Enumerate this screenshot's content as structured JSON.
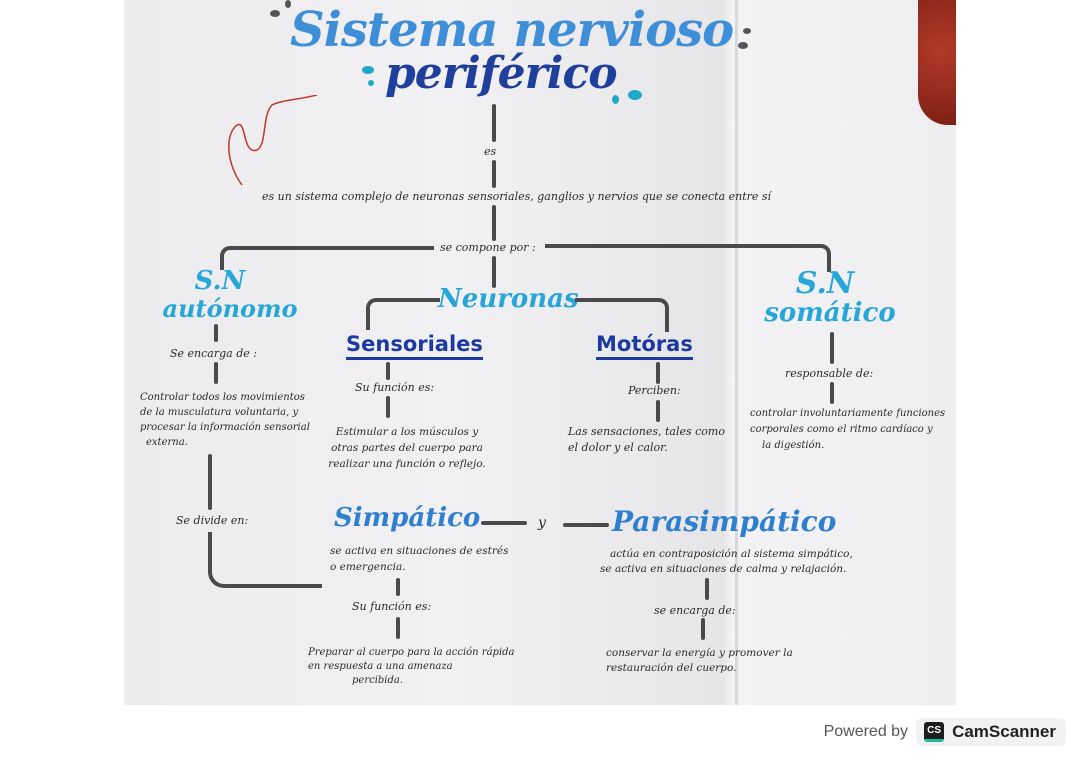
{
  "diagram": {
    "title_line1": "Sistema nervioso",
    "title_line2": "periférico",
    "connector_es": "es",
    "definition": "es un sistema complejo de neuronas sensoriales, ganglios y nervios que se conecta entre sí",
    "connector_compone": "se compone por :",
    "autonomo": {
      "title_line1": "S.N",
      "title_line2": "autónomo",
      "connector": "Se encarga de :",
      "description_lines": [
        "Controlar todos los movimientos",
        "de la musculatura voluntaria, y",
        "procesar la información sensorial",
        "externa."
      ],
      "divide_label": "Se divide en:"
    },
    "neuronas": {
      "title": "Neuronas",
      "sensoriales": {
        "title": "Sensoriales",
        "connector": "Su función es:",
        "description_lines": [
          "Estimular a los músculos y",
          "otras partes del cuerpo para",
          "realizar una función o reflejo."
        ]
      },
      "motoras": {
        "title": "Motóras",
        "connector": "Perciben:",
        "description_lines": [
          "Las sensaciones, tales como",
          "el dolor y el calor."
        ]
      }
    },
    "somatico": {
      "title_line1": "S.N",
      "title_line2": "somático",
      "connector": "responsable de:",
      "description_lines": [
        "controlar involuntariamente funciones",
        "corporales como el ritmo cardíaco y",
        "la digestión."
      ]
    },
    "simpatico": {
      "title": "Simpático",
      "activation_lines": [
        "se activa en situaciones de estrés",
        "o emergencia."
      ],
      "connector": "Su función es:",
      "description_lines": [
        "Preparar al cuerpo para la acción rápida",
        "en respuesta a una amenaza",
        "percibida."
      ]
    },
    "and_label": "y",
    "parasimpatico": {
      "title": "Parasimpático",
      "activation_lines": [
        "actúa en contraposición al sistema simpático,",
        "se activa en situaciones de calma y relajación."
      ],
      "connector": "se encarga de:",
      "description_lines": [
        "conservar la energía y promover la",
        "restauración del cuerpo."
      ]
    },
    "colors": {
      "title_light": "#3f8fd8",
      "title_dark": "#1e3f9c",
      "teal": "#27a6d8",
      "navy": "#1c3ba0",
      "connector_line": "#4a4a4c"
    }
  },
  "footer": {
    "powered_by": "Powered by",
    "logo_text": "CS",
    "brand": "CamScanner"
  }
}
